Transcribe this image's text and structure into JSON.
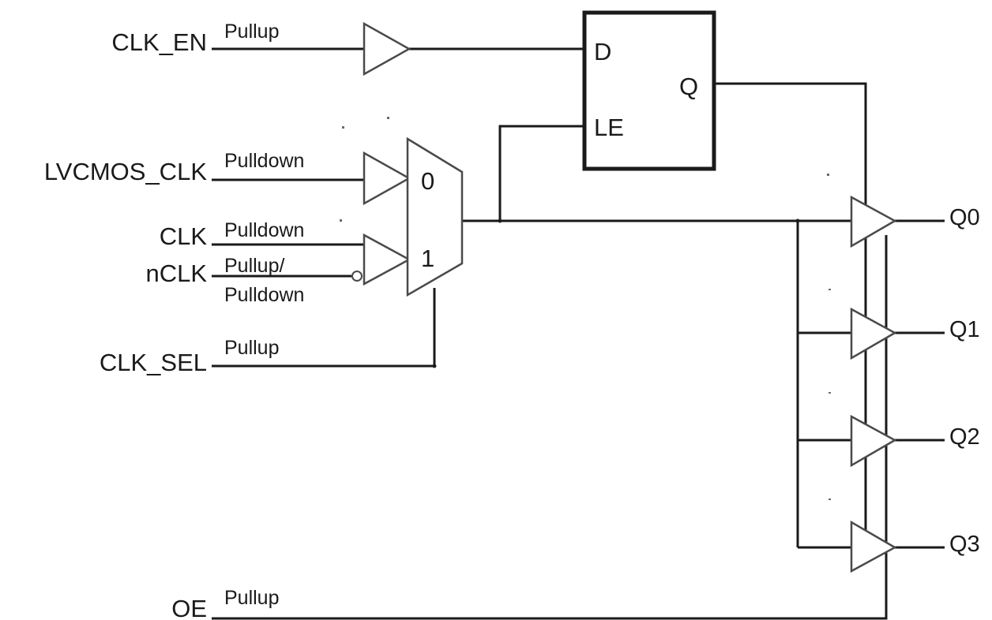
{
  "inputs": {
    "clk_en": {
      "name": "CLK_EN",
      "pull": "Pullup"
    },
    "lvcmos_clk": {
      "name": "LVCMOS_CLK",
      "pull": "Pulldown"
    },
    "clk": {
      "name": "CLK",
      "pull": "Pulldown"
    },
    "nclk": {
      "name": "nCLK",
      "pull_line1": "Pullup/",
      "pull_line2": "Pulldown"
    },
    "clk_sel": {
      "name": "CLK_SEL",
      "pull": "Pullup"
    },
    "oe": {
      "name": "OE",
      "pull": "Pullup"
    }
  },
  "mux": {
    "input0": "0",
    "input1": "1"
  },
  "latch": {
    "d": "D",
    "le": "LE",
    "q": "Q"
  },
  "outputs": [
    "Q0",
    "Q1",
    "Q2",
    "Q3"
  ]
}
